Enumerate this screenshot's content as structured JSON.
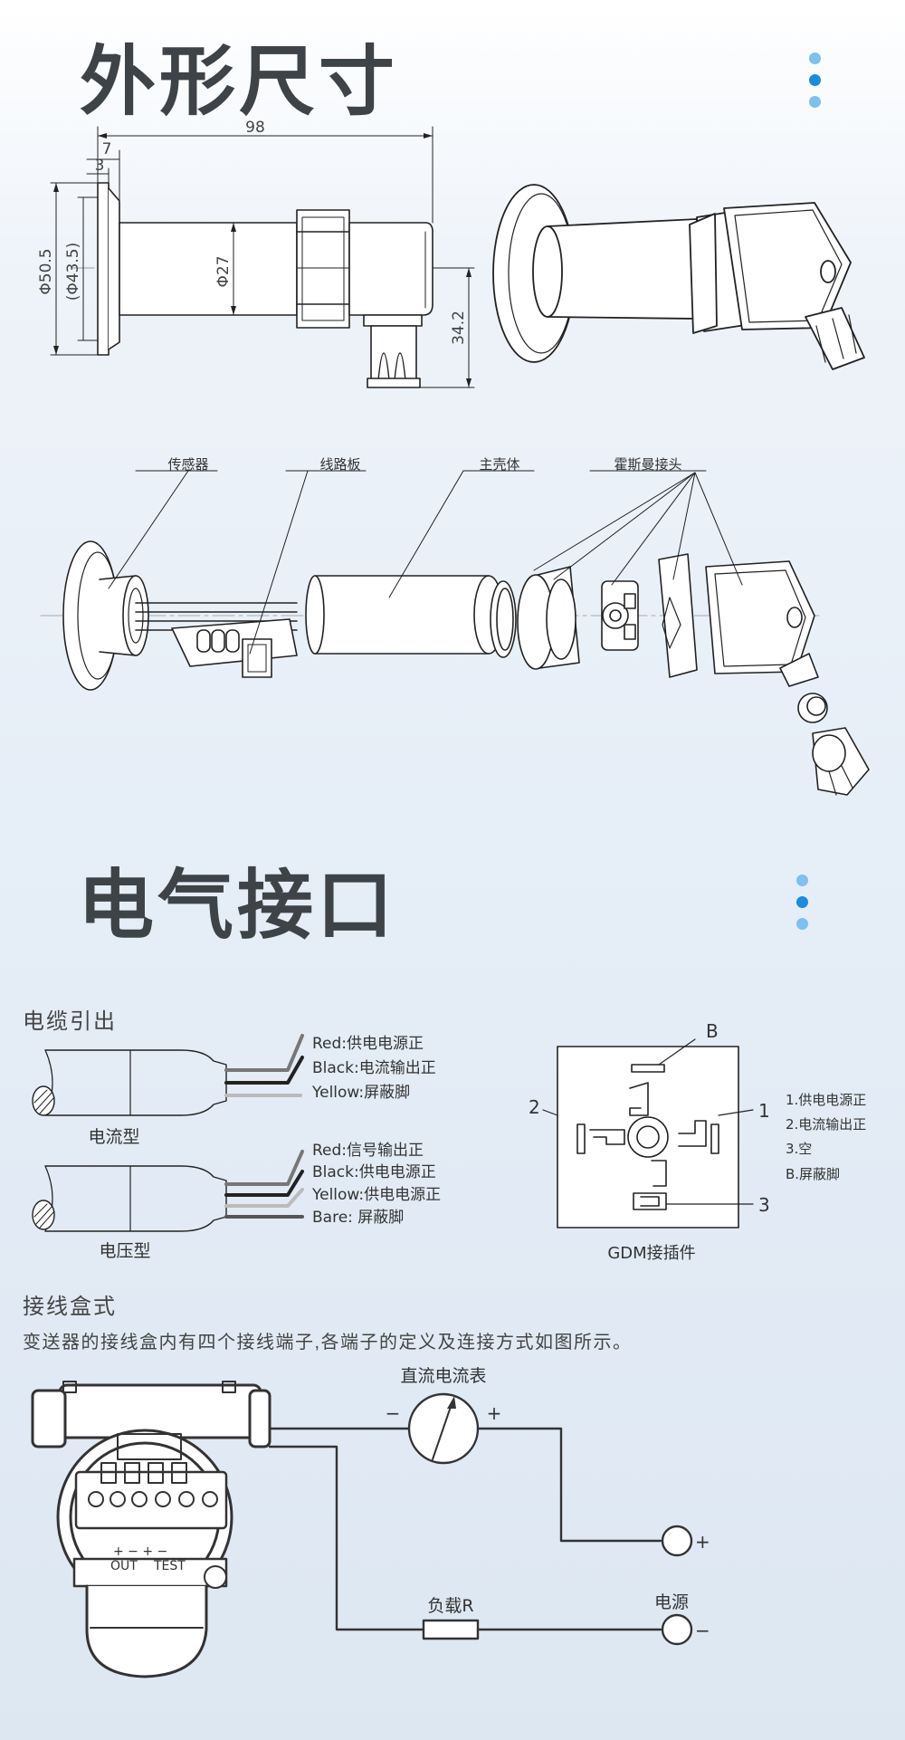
{
  "section1": {
    "title": "外形尺寸"
  },
  "section2": {
    "title": "电气接口"
  },
  "dimensions": {
    "length": "98",
    "flange": "7",
    "gap": "3",
    "outer_dia": "Φ50.5",
    "inner_dia": "(Φ43.5)",
    "body_dia": "Φ27",
    "height": "34.2"
  },
  "exploded": {
    "sensor": "传感器",
    "board": "线路板",
    "housing": "主壳体",
    "connector": "霍斯曼接头"
  },
  "cable": {
    "heading": "电缆引出",
    "current": {
      "label": "电流型",
      "wires": [
        "Red:供电电源正",
        "Black:电流输出正",
        "Yellow:屏蔽脚"
      ]
    },
    "voltage": {
      "label": "电压型",
      "wires": [
        "Red:信号输出正",
        "Black:供电电源正",
        "Yellow:供电电源正",
        "Bare: 屏蔽脚"
      ]
    }
  },
  "gdm": {
    "label": "GDM接插件",
    "pins": {
      "b": "B",
      "p1": "1",
      "p2": "2",
      "p3": "3"
    },
    "legend": [
      "1.供电电源正",
      "2.电流输出正",
      "3.空",
      "B.屏蔽脚"
    ]
  },
  "junction": {
    "heading": "接线盒式",
    "desc": "变送器的接线盒内有四个接线端子,各端子的定义及连接方式如图所示。",
    "meter": "直流电流表",
    "minus": "−",
    "plus": "+",
    "load": "负载R",
    "power": "电源",
    "terminal_plus": "+",
    "terminal_minus": "−",
    "out": "OUT",
    "test": "TEST",
    "term_signs": "+ − + −"
  },
  "colors": {
    "title": "#3d4347",
    "dot_light": "#7ec0ee",
    "dot_dark": "#1a8be0",
    "line": "#222222"
  }
}
